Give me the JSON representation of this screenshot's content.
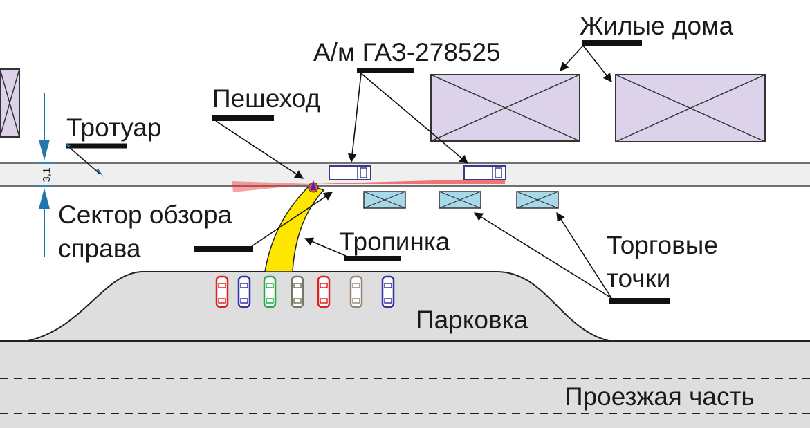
{
  "labels": {
    "residential": "Жилые дома",
    "vehicle": "А/м ГАЗ-278525",
    "pedestrian": "Пешеход",
    "sidewalk": "Тротуар",
    "sidewalk_width": "3,1",
    "view_sector_line1": "Сектор обзора",
    "view_sector_line2": "справа",
    "path": "Тропинка",
    "kiosks_line1": "Торговые",
    "kiosks_line2": "точки",
    "parking": "Парковка",
    "roadway": "Проезжая часть"
  },
  "colors": {
    "building_fill": "#dcd2ea",
    "kiosk_fill": "#a9d8ea",
    "path_fill": "#ffe600",
    "sector_fill": "#ee3333",
    "road_fill": "#dedede",
    "parking_fill": "#dedede",
    "dimension": "#2277aa",
    "vehicle_outline": "#3a3a8c"
  },
  "parked_car_colors": [
    "#dd2222",
    "#3333aa",
    "#22aa44",
    "#777766",
    "#dd2222",
    "#998877",
    "#3333aa"
  ]
}
